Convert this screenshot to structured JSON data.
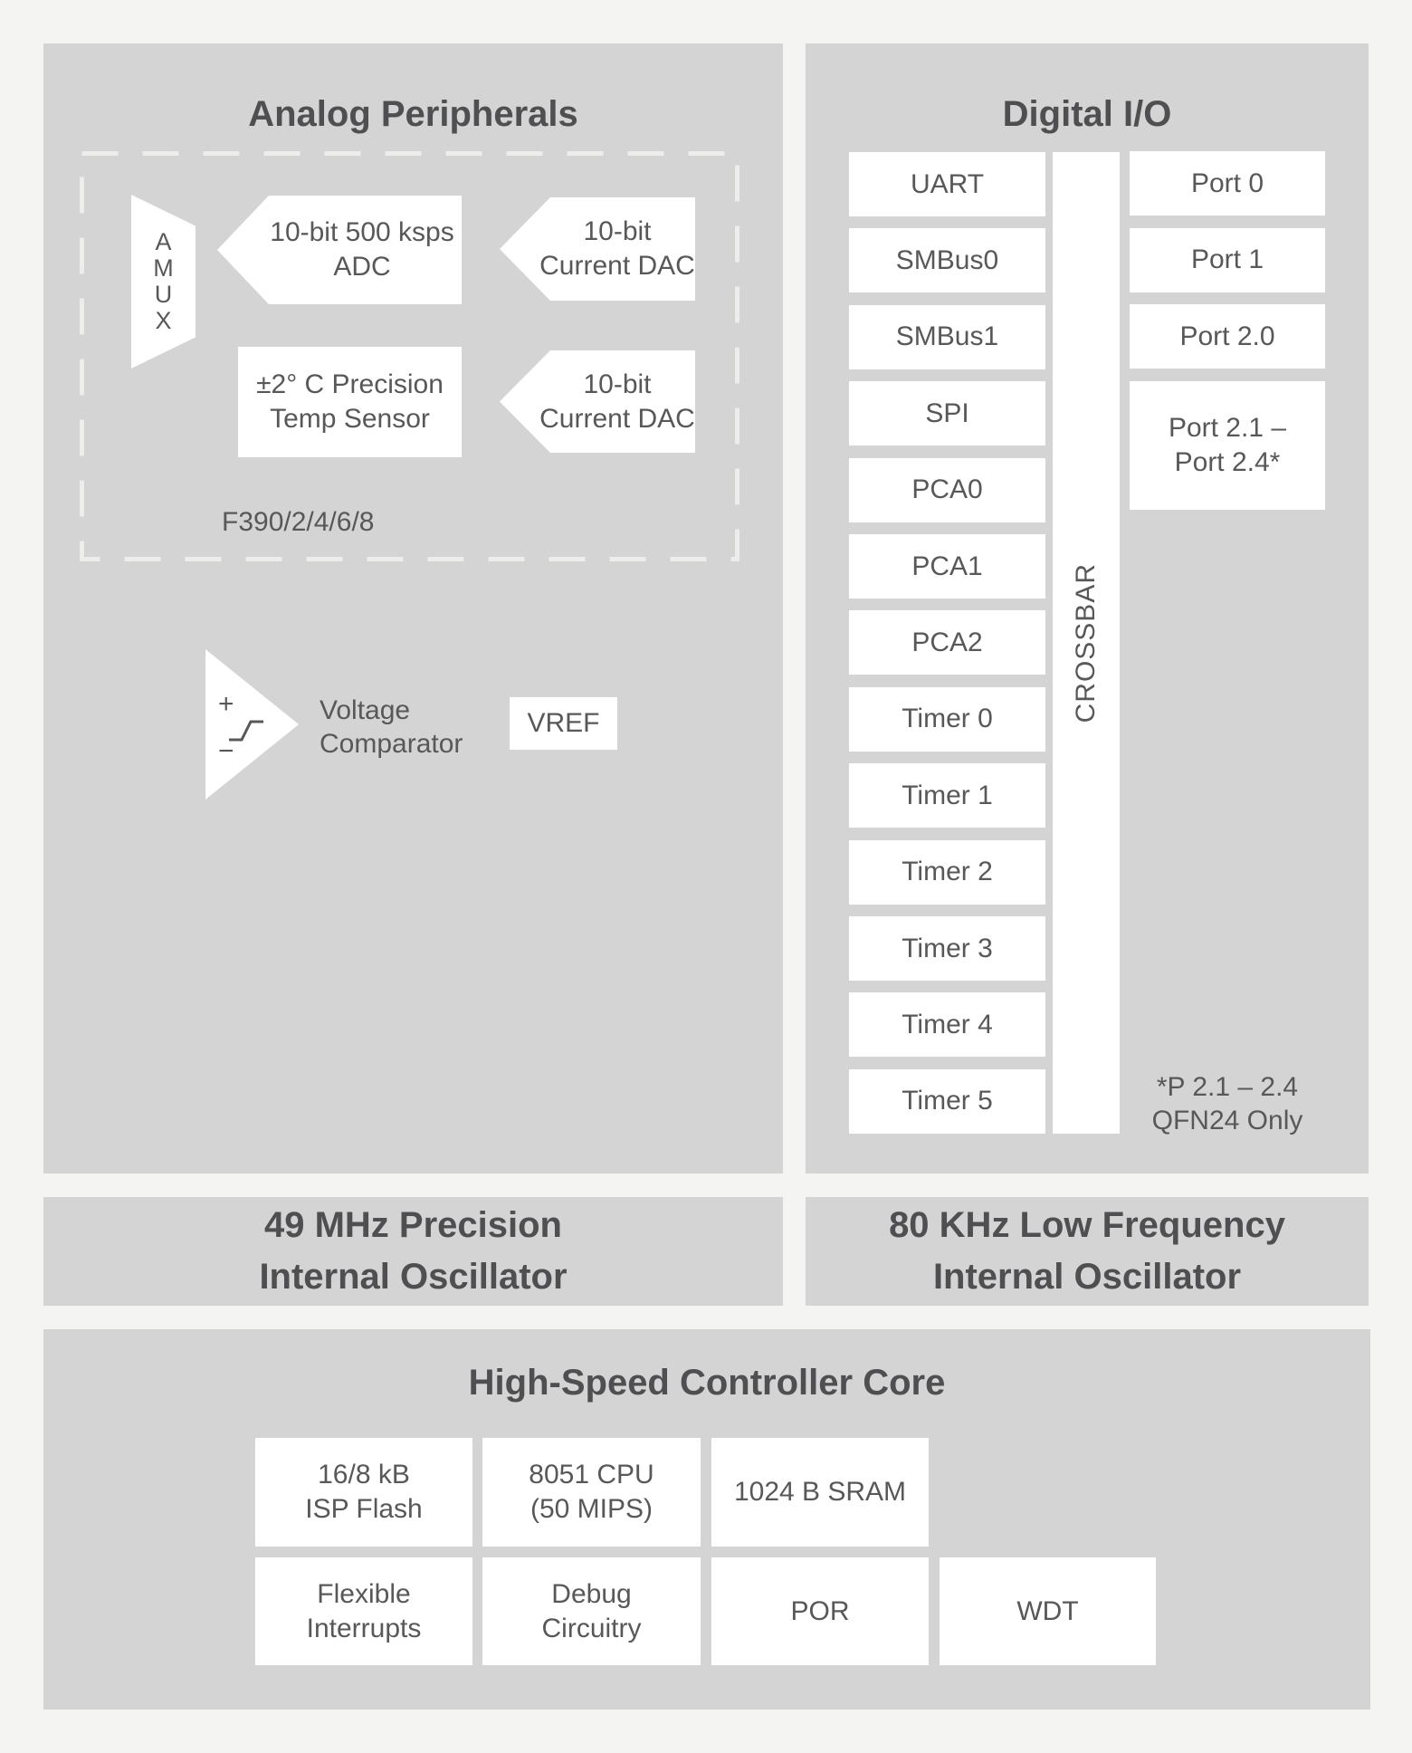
{
  "page": {
    "bg_color": "#f4f4f3",
    "panel_color": "#d4d4d4",
    "box_color": "#ffffff",
    "text_color": "#58585a",
    "title_color": "#4f4f51",
    "dash_color": "#ededec"
  },
  "analog": {
    "title": "Analog Peripherals",
    "amux_label": "A\nM\nU\nX",
    "adc_label": "10-bit 500 ksps\nADC",
    "temp_sensor_label": "±2° C Precision\nTemp Sensor",
    "dac1_label": "10-bit\nCurrent DAC",
    "dac2_label": "10-bit\nCurrent DAC",
    "family_label": "F390/2/4/6/8",
    "comparator_plus": "+",
    "comparator_minus": "−",
    "comparator_label": "Voltage\nComparator",
    "vref_label": "VREF"
  },
  "digital": {
    "title": "Digital I/O",
    "peripheral_boxes": [
      "UART",
      "SMBus0",
      "SMBus1",
      "SPI",
      "PCA0",
      "PCA1",
      "PCA2",
      "Timer 0",
      "Timer 1",
      "Timer 2",
      "Timer 3",
      "Timer 4",
      "Timer 5"
    ],
    "crossbar_label": "CROSSBAR",
    "port_boxes": [
      "Port 0",
      "Port 1",
      "Port 2.0"
    ],
    "port_range_label": "Port 2.1 –\nPort 2.4*",
    "footnote": "*P 2.1 – 2.4\nQFN24 Only"
  },
  "oscillators": {
    "left_label": "49 MHz Precision\nInternal Oscillator",
    "right_label": "80 KHz Low Frequency\nInternal Oscillator"
  },
  "core": {
    "title": "High-Speed Controller Core",
    "row1": [
      "16/8 kB\nISP Flash",
      "8051 CPU\n(50 MIPS)",
      "1024 B SRAM"
    ],
    "row2": [
      "Flexible\nInterrupts",
      "Debug\nCircuitry",
      "POR",
      "WDT"
    ]
  }
}
